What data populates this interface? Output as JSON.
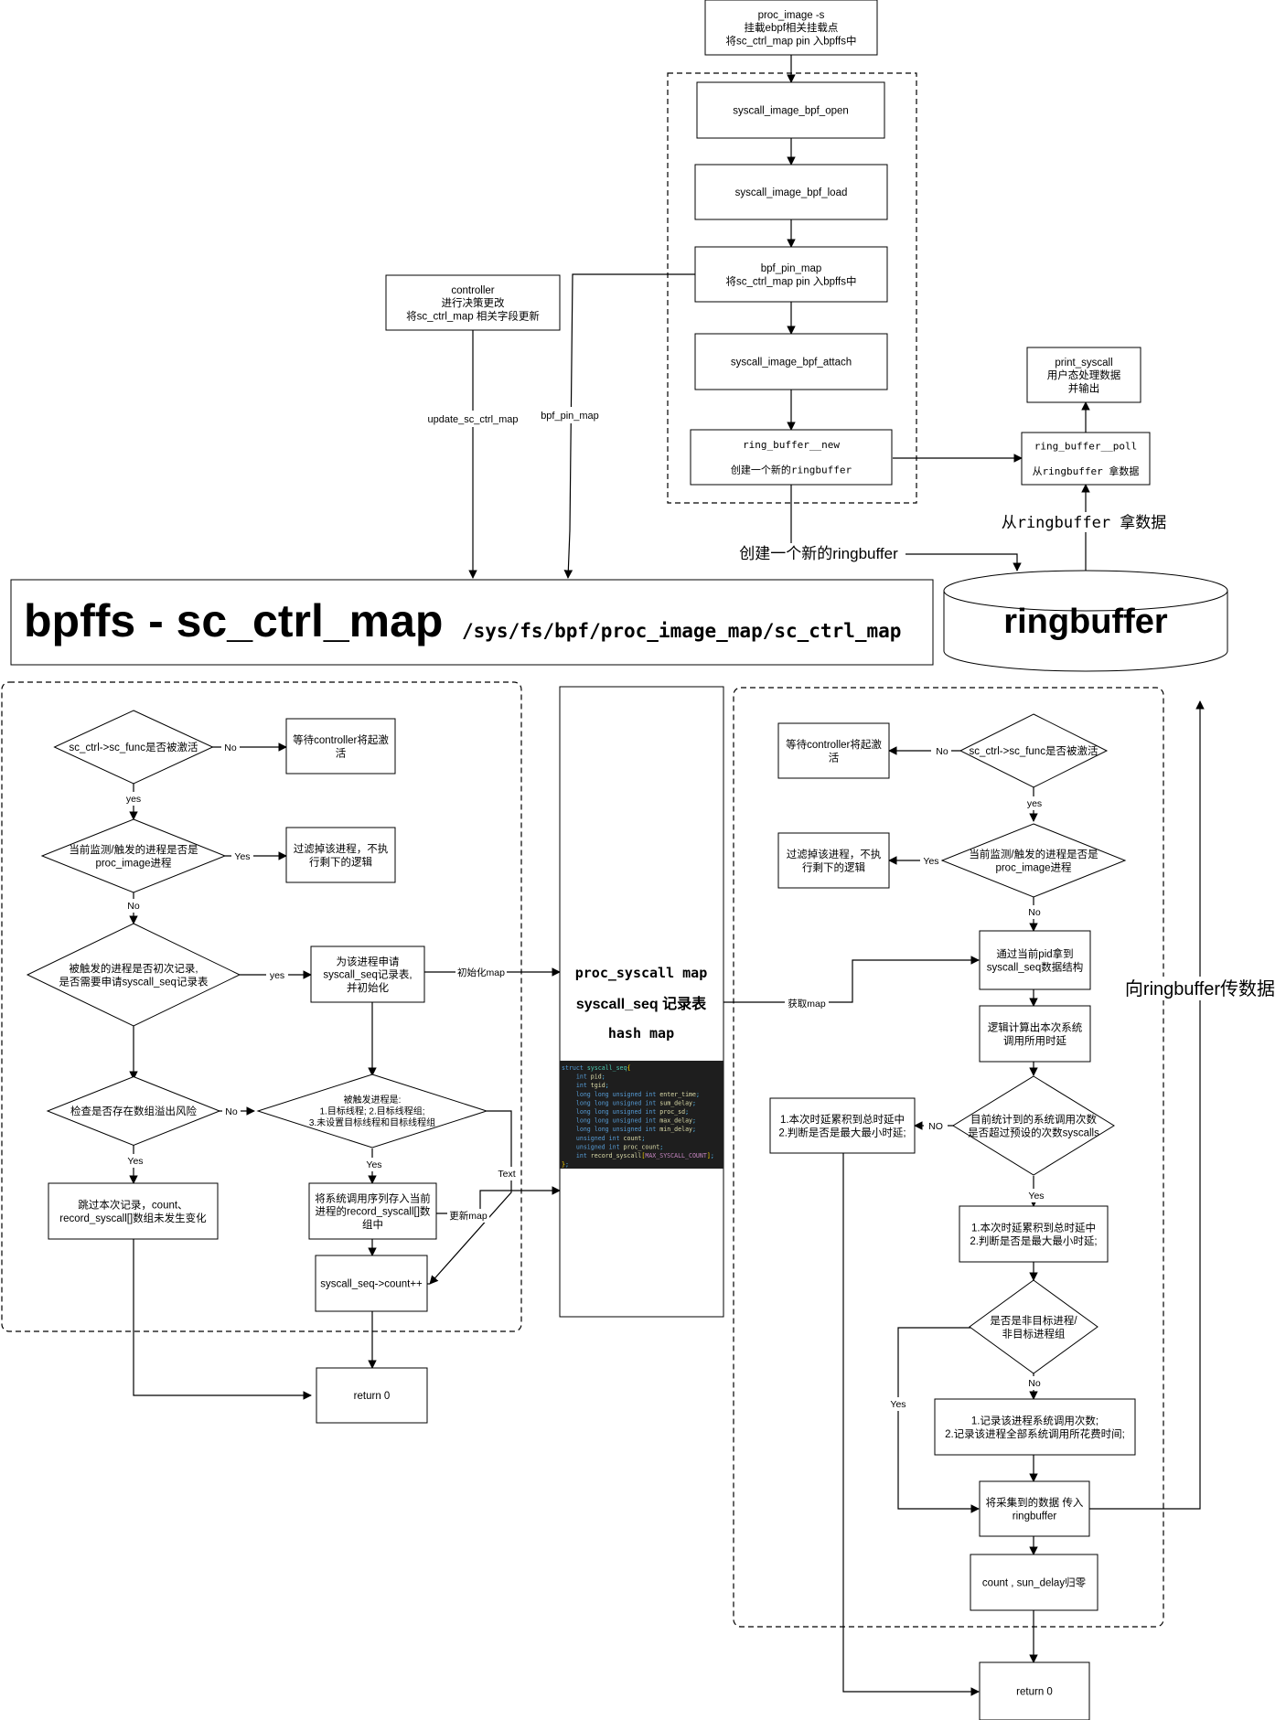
{
  "nodes": {
    "proc_image": [
      "proc_image -s",
      "挂載ebpf相关挂载点",
      "将sc_ctrl_map  pin 入bpffs中"
    ],
    "bpf_open": [
      "syscall_image_bpf_open"
    ],
    "bpf_load": [
      "syscall_image_bpf_load"
    ],
    "bpf_pin": [
      "bpf_pin_map",
      "将sc_ctrl_map  pin 入bpffs中"
    ],
    "bpf_attach": [
      "syscall_image_bpf_attach"
    ],
    "rb_new": [
      "ring_buffer__new",
      "",
      "创建一个新的ringbuffer"
    ],
    "controller": [
      "controller",
      "进行决策更改",
      "将sc_ctrl_map  相关字段更新"
    ],
    "print_syscall": [
      "print_syscall",
      "用户态处理数据",
      "并输出"
    ],
    "rb_poll": [
      "ring_buffer__poll",
      "",
      "从ringbuffer 拿数据"
    ],
    "bpffs_title": "bpffs - sc_ctrl_map",
    "bpffs_path": "/sys/fs/bpf/proc_image_map/sc_ctrl_map",
    "ringbuffer": "ringbuffer",
    "map_title": [
      "proc_syscall map",
      "syscall_seq 记录表",
      "hash map"
    ],
    "L_dia1": [
      "sc_ctrl->sc_func是否被激活"
    ],
    "L_wait": [
      "等待controller将起激",
      "活"
    ],
    "L_dia2": [
      "当前监测/触发的进程是否是",
      "proc_image进程"
    ],
    "L_filter": [
      "过滤掉该进程，不执",
      "行剩下的逻辑"
    ],
    "L_dia3": [
      "被触发的进程是否初次记录,",
      "是否需要申请syscall_seq记录表"
    ],
    "L_apply": [
      "为该进程申请",
      "syscall_seq记录表,",
      "并初始化"
    ],
    "L_dia4": [
      "检查是否存在数组溢出风险"
    ],
    "L_dia5": [
      "被触发进程是:",
      "1.目标线程;  2.目标线程组;",
      "3.未设置目标线程和目标线程组"
    ],
    "L_skip": [
      "跳过本次记录，count、",
      "record_syscall[]数组未发生变化"
    ],
    "L_store": [
      "将系统调用序列存入当前",
      "进程的record_syscall[]数",
      "组中"
    ],
    "L_count": [
      "syscall_seq->count++"
    ],
    "L_ret": [
      "return 0"
    ],
    "R_dia1": [
      "sc_ctrl->sc_func是否被激活"
    ],
    "R_wait": [
      "等待controller将起激",
      "活"
    ],
    "R_dia2": [
      "当前监测/触发的进程是否是",
      "proc_image进程"
    ],
    "R_filter": [
      "过滤掉该进程，不执",
      "行剩下的逻辑"
    ],
    "R_getseq": [
      "通过当前pid拿到",
      "syscall_seq数据结构"
    ],
    "R_calc": [
      "逻辑计算出本次系统",
      "调用所用时延"
    ],
    "R_dia3": [
      "目前统计到的系统调用次数",
      "是否超过预设的次数syscalls"
    ],
    "R_delay_no": [
      "1.本次时延累积到总时延中",
      "2.判断是否是最大最小时延;"
    ],
    "R_delay_yes": [
      "1.本次时延累积到总时延中",
      "2.判断是否是最大最小时延;"
    ],
    "R_dia4": [
      "是否是非目标进程/",
      "非目标进程组"
    ],
    "R_record": [
      "1.记录该进程系统调用次数;",
      "2.记录该进程全部系统调用所花费时间;"
    ],
    "R_push": [
      "将采集到的数据 传入",
      "ringbuffer"
    ],
    "R_reset": [
      "count , sun_delay归零"
    ],
    "R_ret": [
      "return 0"
    ]
  },
  "code": [
    "struct syscall_seq{",
    "    int pid;",
    "    int tgid;",
    "    long long unsigned int enter_time;",
    "    long long unsigned int sum_delay;",
    "    long long unsigned int proc_sd;",
    "    long long unsigned int max_delay;",
    "    long long unsigned int min_delay;",
    "    unsigned int count;",
    "    unsigned int proc_count;",
    "    int record_syscall[MAX_SYSCALL_COUNT];",
    "};"
  ],
  "labels": {
    "update_map": "update_sc_ctrl_map",
    "bpf_pin_map": "bpf_pin_map",
    "create_rb": "创建一个新的ringbuffer",
    "take_rb": "从ringbuffer 拿数据",
    "send_rb": "向ringbuffer传数据",
    "no": "No",
    "yes": "yes",
    "Yes": "Yes",
    "NO": "NO",
    "init_map": "初始化map",
    "get_map": "获取map",
    "update_map_cn": "更新map",
    "text": "Text"
  },
  "colors": {
    "code_bg": "#1e1e1e",
    "code_default": "#4fc1ff",
    "code_keyword": "#569cd6",
    "code_field": "#dcdcaa",
    "code_type": "#4ec9b0",
    "code_brace": "#ffd700",
    "code_macro": "#c586c0"
  }
}
